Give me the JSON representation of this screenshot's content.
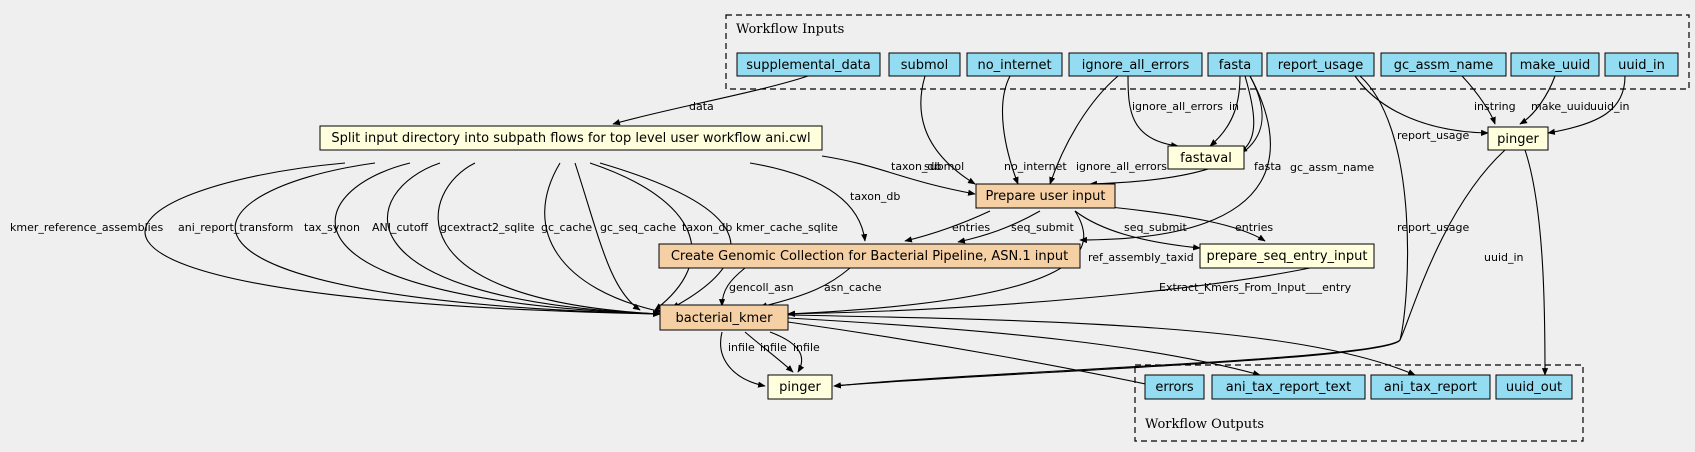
{
  "colors": {
    "background": "#efefef",
    "input_output_fill": "#94dcf1",
    "step_fill": "#f5d0a4",
    "tool_fill": "#ffffdd"
  },
  "clusters": {
    "inputs": "Workflow Inputs",
    "outputs": "Workflow Outputs"
  },
  "nodes": {
    "supplemental_data": "supplemental_data",
    "submol": "submol",
    "no_internet": "no_internet",
    "ignore_all_errors": "ignore_all_errors",
    "fasta": "fasta",
    "report_usage": "report_usage",
    "gc_assm_name": "gc_assm_name",
    "make_uuid": "make_uuid",
    "uuid_in": "uuid_in",
    "split": "Split input directory into subpath flows for top level user workflow ani.cwl",
    "fastaval": "fastaval",
    "pinger_top": "pinger",
    "prepare_user_input": "Prepare user input",
    "create_genomic": "Create Genomic Collection for Bacterial Pipeline, ASN.1 input",
    "prepare_seq_entry_input": "prepare_seq_entry_input",
    "bacterial_kmer": "bacterial_kmer",
    "pinger_bottom": "pinger",
    "errors": "errors",
    "ani_tax_report_text": "ani_tax_report_text",
    "ani_tax_report": "ani_tax_report",
    "uuid_out": "uuid_out"
  },
  "edge_labels": {
    "data": "data",
    "submol": "submol",
    "no_internet": "no_internet",
    "ignore_all_errors_a": "ignore_all_errors",
    "ignore_all_errors_b": "ignore_all_errors",
    "in": "in",
    "fasta_a": "fasta",
    "report_usage_a": "report_usage",
    "instring": "instring",
    "make_uuid": "make_uuid",
    "uuid_in_a": "uuid_in",
    "taxon_db_a": "taxon_db",
    "taxon_db_b": "taxon_db",
    "gc_assm_name": "gc_assm_name",
    "report_usage_b": "report_usage",
    "uuid_in_b": "uuid_in",
    "kmer_reference_assemblies": "kmer_reference_assemblies",
    "ani_report_transform": "ani_report_transform",
    "tax_synon": "tax_synon",
    "ANI_cutoff": "ANI_cutoff",
    "gcextract2_sqlite": "gcextract2_sqlite",
    "gc_cache": "gc_cache",
    "gc_seq_cache": "gc_seq_cache",
    "taxon_db_c": "taxon_db",
    "kmer_cache_sqlite": "kmer_cache_sqlite",
    "entries_a": "entries",
    "seq_submit_a": "seq_submit",
    "seq_submit_b": "seq_submit",
    "entries_b": "entries",
    "ref_assembly_taxid": "ref_assembly_taxid",
    "gencoll_asn": "gencoll_asn",
    "asn_cache": "asn_cache",
    "extract_kmers": "Extract_Kmers_From_Input___entry",
    "infile_a": "infile",
    "infile_b": "infile",
    "infile_c": "infile"
  }
}
